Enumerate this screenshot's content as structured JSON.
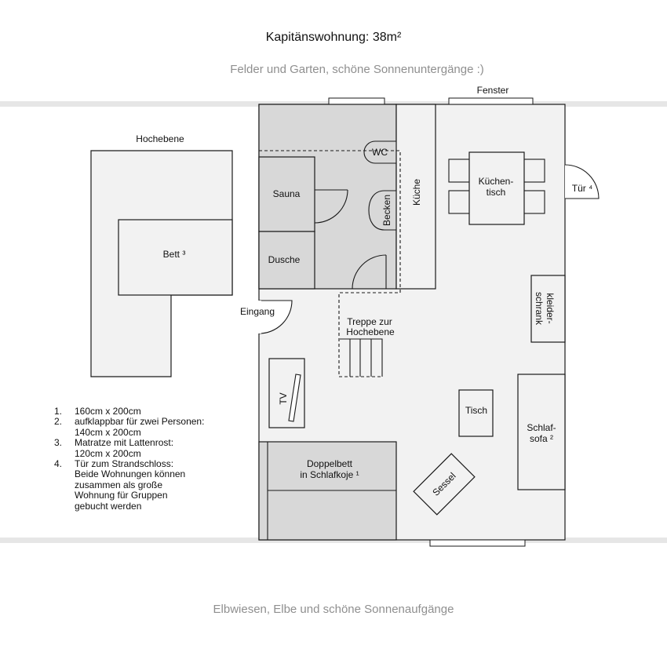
{
  "title": "Kapitänswohnung: 38m²",
  "top_caption": "Felder und Garten, schöne Sonnenuntergänge :)",
  "bottom_caption": "Elbwiesen, Elbe und schöne Sonnenaufgänge",
  "labels": {
    "fenster": "Fenster",
    "hochebene": "Hochebene",
    "bett": "Bett ³",
    "wc": "WC",
    "sauna": "Sauna",
    "becken": "Becken",
    "kueche": "Küche",
    "kuechentisch_1": "Küchen-",
    "kuechentisch_2": "tisch",
    "tuer": "Tür ⁴",
    "dusche": "Dusche",
    "eingang": "Eingang",
    "treppe_1": "Treppe zur",
    "treppe_2": "Hochebene",
    "kleiderschrank_1": "kleider-",
    "kleiderschrank_2": "schrank",
    "tv": "TV",
    "tisch": "Tisch",
    "schlafsofa_1": "Schlaf-",
    "schlafsofa_2": "sofa ²",
    "doppelbett_1": "Doppelbett",
    "doppelbett_2": "in Schlafkoje ¹",
    "sessel": "Sessel"
  },
  "notes": [
    {
      "num": "1.",
      "text": "160cm x 200cm"
    },
    {
      "num": "2.",
      "text": "aufklappbar für zwei Personen:\n140cm x 200cm"
    },
    {
      "num": "3.",
      "text": "Matratze mit Lattenrost:\n120cm x 200cm"
    },
    {
      "num": "4.",
      "text": "Tür zum Strandschloss:\nBeide Wohnungen können\nzusammen als große\nWohnung für Gruppen\ngebucht werden"
    }
  ],
  "colors": {
    "wall_band": "#e6e6e6",
    "floor": "#f2f2f2",
    "bathroom": "#d8d8d8",
    "stroke": "#1a1a1a",
    "caption": "#8f8f8f"
  }
}
